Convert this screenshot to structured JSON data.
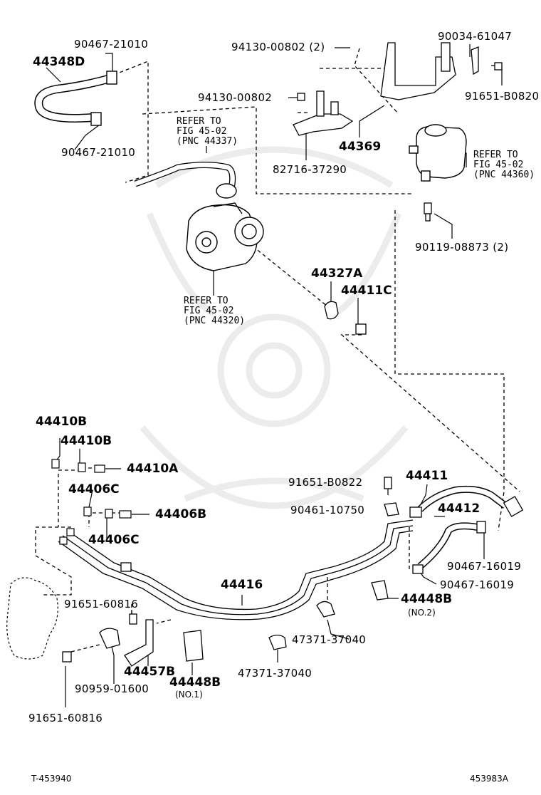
{
  "labels": {
    "p1": "90467-21010",
    "p2": "44348D",
    "p3": "90467-21010",
    "p4": "94130-00802 (2)",
    "p5": "90034-61047",
    "p6": "94130-00802",
    "p7": "91651-B0820",
    "p8": "44369",
    "p9": "82716-37290",
    "p10": "90119-08873 (2)",
    "p11": "44327A",
    "p12": "44411C",
    "p13": "44410B",
    "p14": "44410B",
    "p15": "44410A",
    "p16": "44406C",
    "p17": "44406B",
    "p18": "44406C",
    "p19": "91651-B0822",
    "p20": "44411",
    "p21": "90461-10750",
    "p22": "44412",
    "p23": "90467-16019",
    "p24": "90467-16019",
    "p25": "44416",
    "p26": "44448B",
    "p27": "(NO.2)",
    "p28": "91651-60816",
    "p29": "47371-37040",
    "p30": "47371-37040",
    "p31": "44457B",
    "p32": "90959-01600",
    "p33": "44448B",
    "p34": "(NO.1)",
    "p35": "91651-60816"
  },
  "refs": {
    "r1": "REFER TO\nFIG 45-02\n(PNC 44337)",
    "r2": "REFER TO\nFIG 45-02\n(PNC 44360)",
    "r3": "REFER TO\nFIG 45-02\n(PNC 44320)"
  },
  "footer": {
    "left": "T-453940",
    "right": "453983A"
  }
}
